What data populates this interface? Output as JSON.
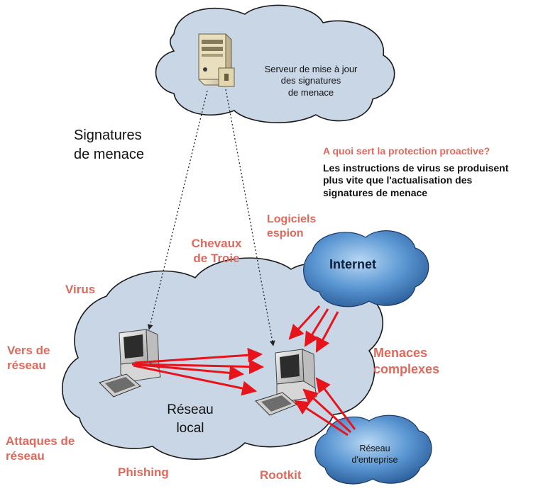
{
  "server_label": [
    "Serveur de mise à jour",
    "des signatures",
    "de menace"
  ],
  "signatures_label": [
    "Signatures",
    "de menace"
  ],
  "info": {
    "title": "A quoi sert la protection proactive?",
    "lines": [
      "Les instructions de virus se produisent",
      "plus vite que l'actualisation des",
      "signatures de menace"
    ]
  },
  "internet_label": "Internet",
  "lan_label": [
    "Réseau",
    "local"
  ],
  "enterprise_label": [
    "Réseau",
    "d'entreprise"
  ],
  "threats": {
    "logiciels_espion": [
      "Logiciels",
      "espion"
    ],
    "chevaux_de_troie": [
      "Chevaux",
      "de Troie"
    ],
    "virus": "Virus",
    "vers_de_reseau": [
      "Vers de",
      "réseau"
    ],
    "attaques_de_reseau": [
      "Attaques de",
      "réseau"
    ],
    "phishing": "Phishing",
    "rootkit": "Rootkit",
    "menaces_complexes": [
      "Menaces",
      "complexes"
    ]
  },
  "colors": {
    "cloud_fill": "#c8d6e6",
    "cloud_stroke": "#1a1a1a",
    "internet_cloud": "#5d9bd6",
    "threat_text": "#e2685c",
    "arrow_red": "#e8141c"
  }
}
